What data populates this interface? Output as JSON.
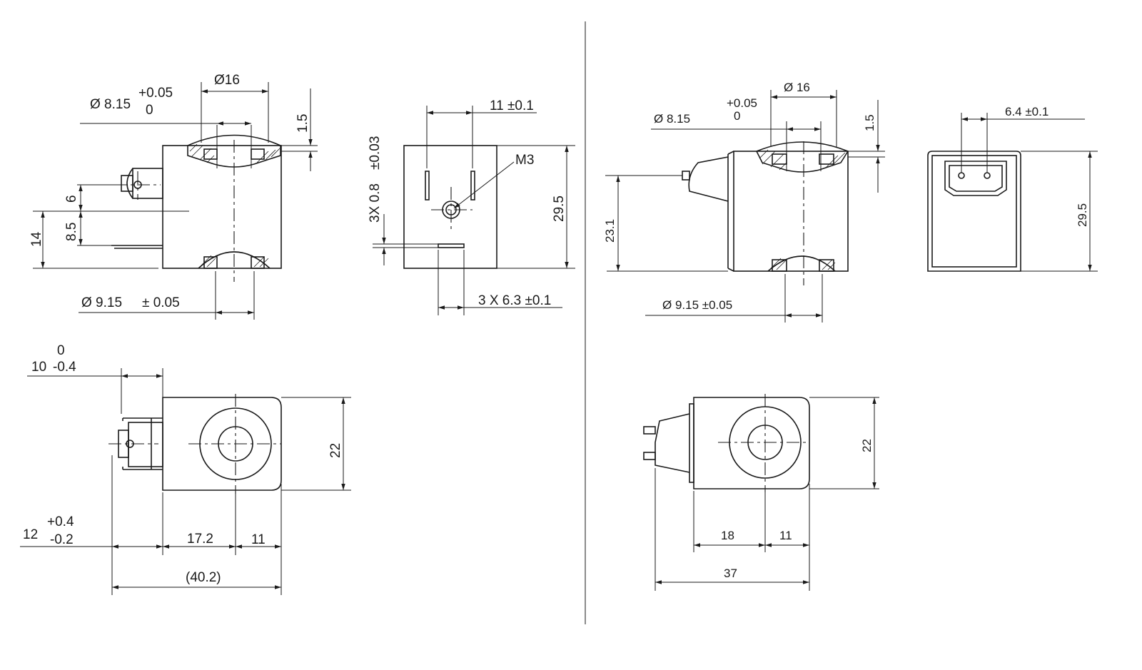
{
  "views": {
    "left_side": {
      "phi16": "Ø16",
      "bore": "Ø 8.15",
      "bore_tol_up": "+0.05",
      "bore_tol_low": "0",
      "top_gap": "1.5",
      "dim_6": "6",
      "dim_85": "8.5",
      "dim_14": "14",
      "outer": "Ø 9.15",
      "outer_tol": "± 0.05"
    },
    "left_front": {
      "pin_pitch": "11 ±0.1",
      "thread": "M3",
      "pin_thk": "3X 0.8",
      "pin_thk_tol": "±0.03",
      "height": "29.5",
      "pin_width": "3 X 6.3 ±0.1"
    },
    "left_top": {
      "width_main": "10",
      "width_up": "0",
      "width_low": "-0.4",
      "height": "22",
      "pin_len": "12",
      "pin_len_up": "+0.4",
      "pin_len_low": "-0.2",
      "body": "17.2",
      "tail": "11",
      "total": "(40.2)"
    },
    "right_side": {
      "phi16": "Ø 16",
      "bore": "Ø 8.15",
      "bore_tol_up": "+0.05",
      "bore_tol_low": "0",
      "top_gap": "1.5",
      "height": "23.1",
      "outer": "Ø 9.15  ±0.05"
    },
    "right_front": {
      "pin_pitch": "6.4  ±0.1",
      "height": "29.5"
    },
    "right_top": {
      "height": "22",
      "body": "18",
      "tail": "11",
      "total": "37"
    }
  }
}
